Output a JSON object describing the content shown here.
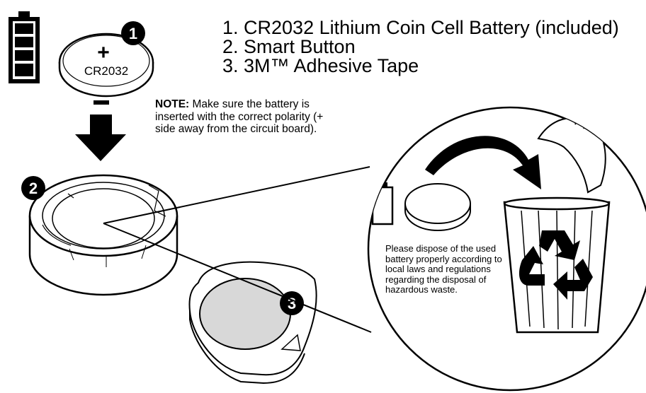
{
  "parts_list": [
    "1. CR2032 Lithium Coin Cell Battery (included)",
    "2. Smart Button",
    "3. 3M™ Adhesive Tape"
  ],
  "note": {
    "label": "NOTE:",
    "text": " Make sure the battery is inserted with the correct polarity (+ side away from the circuit board)."
  },
  "battery": {
    "model": "CR2032",
    "plus_sign": "+",
    "minus_sign": "−"
  },
  "callouts": [
    "1",
    "2",
    "3"
  ],
  "disposal_text": "Please dispose of the used battery properly according to local laws and regulations regarding the disposal of hazardous waste.",
  "icons": [
    "battery-level-icon",
    "down-arrow-icon",
    "recycle-icon",
    "trash-can-icon",
    "curved-arrow-icon"
  ],
  "colors": {
    "ink": "#000000",
    "paper": "#ffffff",
    "tape_fill": "#d8d8d8"
  }
}
